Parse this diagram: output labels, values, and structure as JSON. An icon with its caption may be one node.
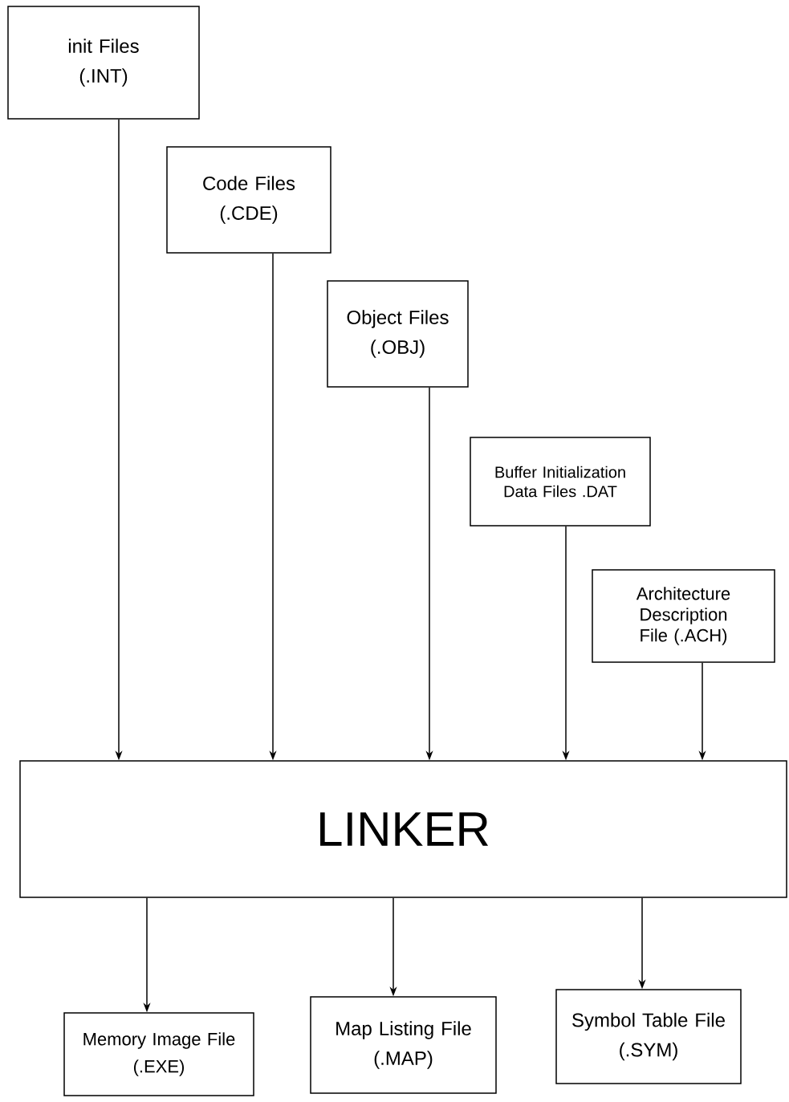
{
  "diagram": {
    "nodes": [
      {
        "text": [
          "init Files",
          "(.INT)"
        ]
      },
      {
        "text": [
          "Code Files",
          "(.CDE)"
        ]
      },
      {
        "text": [
          "Object Files",
          "(.OBJ)"
        ]
      },
      {
        "text": [
          "Buffer Initialization Data Files .DAT"
        ]
      },
      {
        "text": [
          "Architecture Description File (.ACH)"
        ]
      },
      {
        "text": [
          "LINKER"
        ]
      },
      {
        "text": [
          "Memory Image File",
          "(.EXE)"
        ]
      },
      {
        "text": [
          "Map Listing File",
          "(.MAP)"
        ]
      },
      {
        "text": [
          "Symbol Table File",
          "(.SYM)"
        ]
      }
    ],
    "edges": [
      {
        "from": 0,
        "to": 5,
        "arrow": "to"
      },
      {
        "from": 1,
        "to": 5,
        "arrow": "to"
      },
      {
        "from": 2,
        "to": 5,
        "arrow": "to"
      },
      {
        "from": 3,
        "to": 5,
        "arrow": "to"
      },
      {
        "from": 4,
        "to": 5,
        "arrow": "to"
      },
      {
        "from": 5,
        "to": 6,
        "arrow": "to"
      },
      {
        "from": 5,
        "to": 7,
        "arrow": "to"
      },
      {
        "from": 5,
        "to": 8,
        "arrow": "to"
      }
    ]
  }
}
